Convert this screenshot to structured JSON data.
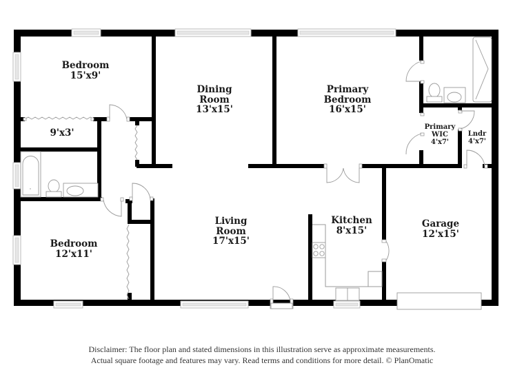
{
  "floor_plan": {
    "rooms": [
      {
        "id": "bedroom-1",
        "name": "Bedroom",
        "dimensions": "15'x9'"
      },
      {
        "id": "closet-1",
        "name": "",
        "dimensions": "9'x3'"
      },
      {
        "id": "dining-room",
        "name": "Dining Room",
        "name_lines": [
          "Dining",
          "Room"
        ],
        "dimensions": "13'x15'"
      },
      {
        "id": "primary-bedroom",
        "name": "Primary Bedroom",
        "name_lines": [
          "Primary",
          "Bedroom"
        ],
        "dimensions": "16'x15'"
      },
      {
        "id": "primary-wic",
        "name": "Primary WIC",
        "name_lines": [
          "Primary",
          "WIC"
        ],
        "dimensions": "4'x7'"
      },
      {
        "id": "laundry",
        "name": "Lndr",
        "dimensions": "4'x7'"
      },
      {
        "id": "bedroom-2",
        "name": "Bedroom",
        "dimensions": "12'x11'"
      },
      {
        "id": "living-room",
        "name": "Living Room",
        "name_lines": [
          "Living",
          "Room"
        ],
        "dimensions": "17'x15'"
      },
      {
        "id": "kitchen",
        "name": "Kitchen",
        "dimensions": "8'x15'"
      },
      {
        "id": "garage",
        "name": "Garage",
        "dimensions": "12'x15'"
      }
    ],
    "fixtures": [
      "bathtub",
      "toilet",
      "sink",
      "shower",
      "cooktop",
      "double-sink",
      "garage-door",
      "windows",
      "doors",
      "bifold-doors"
    ],
    "colors": {
      "wall": "#000000",
      "fixture_line": "#9a9a9a",
      "window_fill": "#e6e6e6",
      "background": "#ffffff"
    }
  },
  "disclaimer": {
    "line1": "Disclaimer: The floor plan and stated dimensions in this illustration serve as approximate measurements.",
    "line2": "Actual square footage and features may vary. Read terms and conditions for more detail. © PlanOmatic"
  }
}
